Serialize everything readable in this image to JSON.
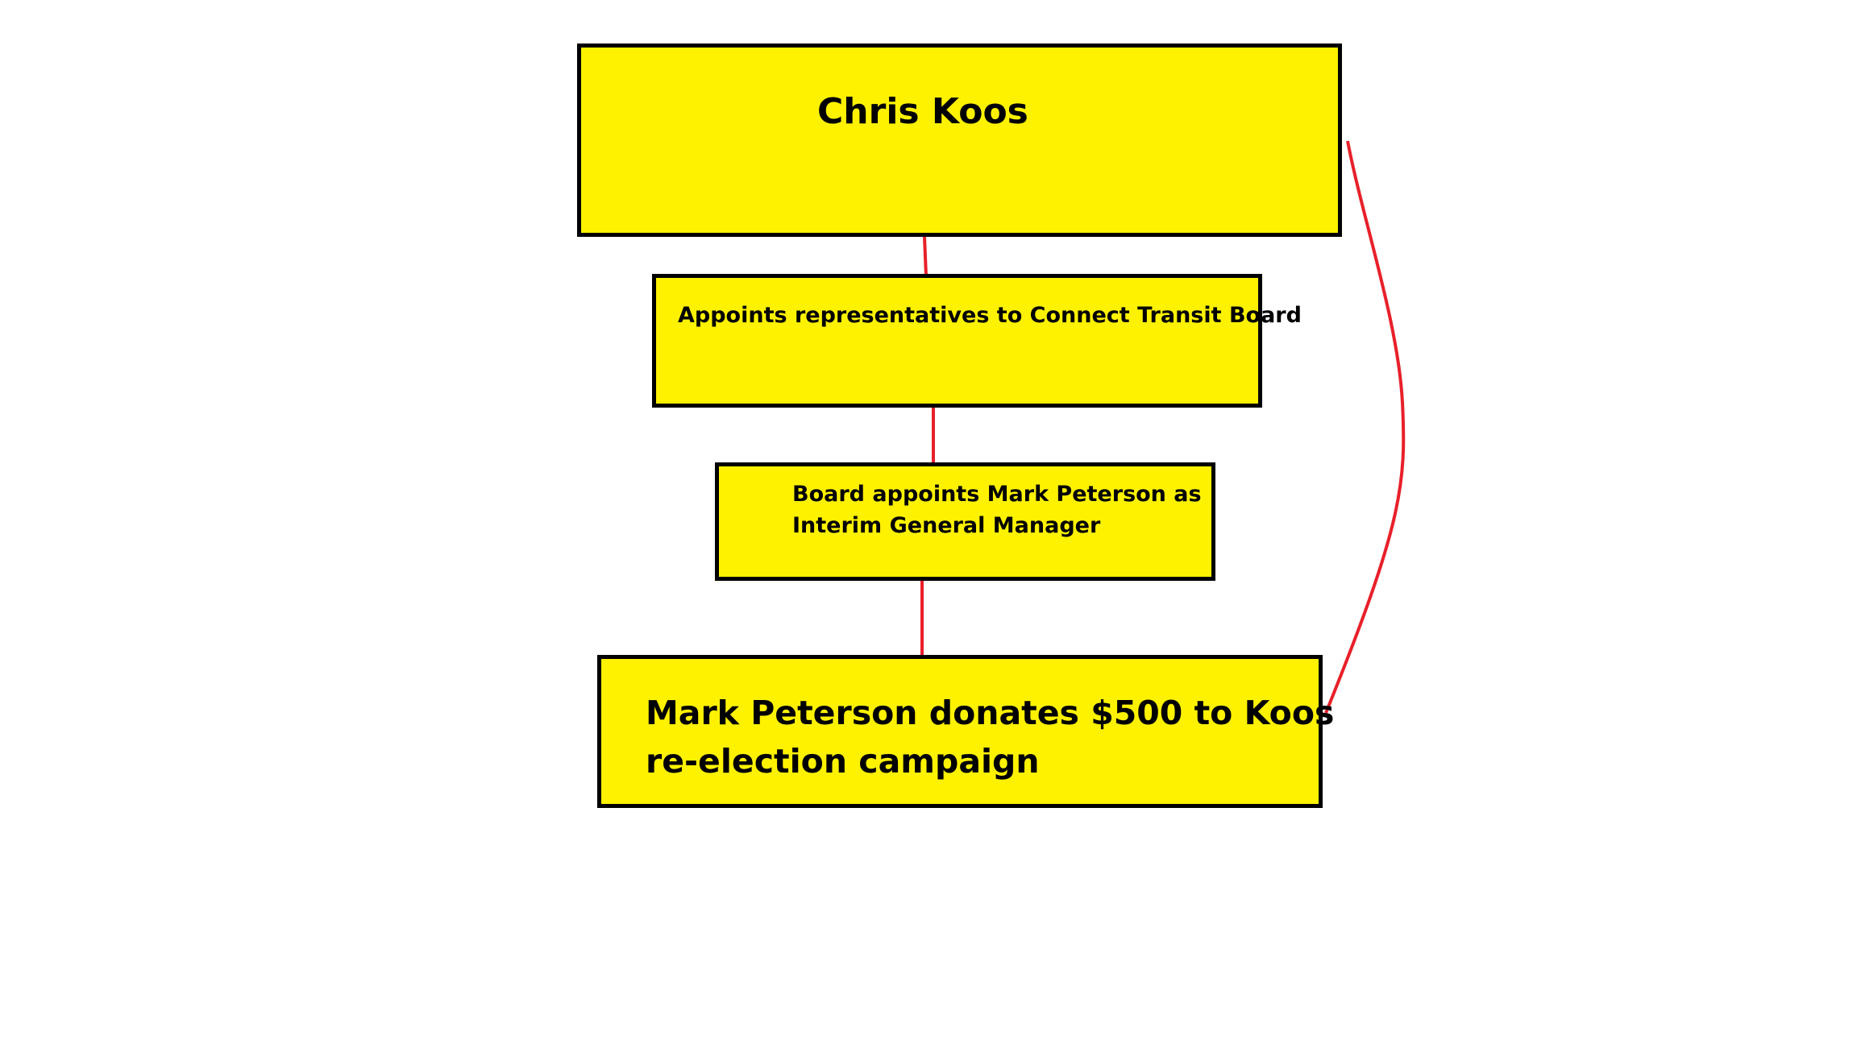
{
  "colors": {
    "box_fill": "#fef200",
    "box_border": "#000000",
    "connector": "#e8202a"
  },
  "nodes": {
    "official": {
      "label": "Chris Koos"
    },
    "appointment": {
      "label": "Appoints representatives to Connect Transit Board"
    },
    "board_action": {
      "line1": "Board appoints Mark Peterson as",
      "line2": "Interim General Manager"
    },
    "donation": {
      "line1": "Mark Peterson donates $500 to Koos",
      "line2": "re-election campaign"
    }
  },
  "edges": [
    {
      "from": "official",
      "to": "appointment"
    },
    {
      "from": "appointment",
      "to": "board_action"
    },
    {
      "from": "board_action",
      "to": "donation"
    },
    {
      "from": "donation",
      "to": "official"
    }
  ]
}
